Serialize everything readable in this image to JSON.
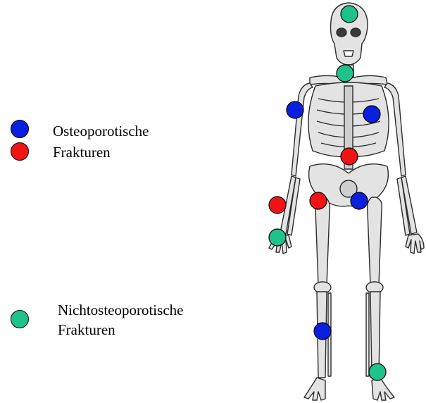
{
  "legend": {
    "osteoporotic": {
      "line1": "Osteoporotische",
      "line2": "Frakturen"
    },
    "nonosteoporotic": {
      "line1": "Nichtosteoporotische",
      "line2": "Frakturen"
    }
  },
  "colors": {
    "blue": "#0a1fe0",
    "red": "#f21414",
    "green": "#20c28c",
    "bone": "#e3e3e3",
    "bone_shade": "#b8b8b8",
    "outline": "#2b2b2b"
  },
  "fracture_sites": [
    {
      "site": "skull",
      "type": "non-osteoporotic"
    },
    {
      "site": "cervical-spine",
      "type": "non-osteoporotic"
    },
    {
      "site": "right-humerus",
      "type": "osteoporotic-blue"
    },
    {
      "site": "left-ribs",
      "type": "osteoporotic-blue"
    },
    {
      "site": "lumbar-spine",
      "type": "osteoporotic-red"
    },
    {
      "site": "right-distal-radius",
      "type": "osteoporotic-red"
    },
    {
      "site": "right-hand",
      "type": "non-osteoporotic"
    },
    {
      "site": "right-femoral-neck",
      "type": "osteoporotic-red"
    },
    {
      "site": "pelvis",
      "type": "osteoporotic-blue"
    },
    {
      "site": "right-tibia",
      "type": "osteoporotic-blue"
    },
    {
      "site": "left-ankle",
      "type": "non-osteoporotic"
    }
  ]
}
